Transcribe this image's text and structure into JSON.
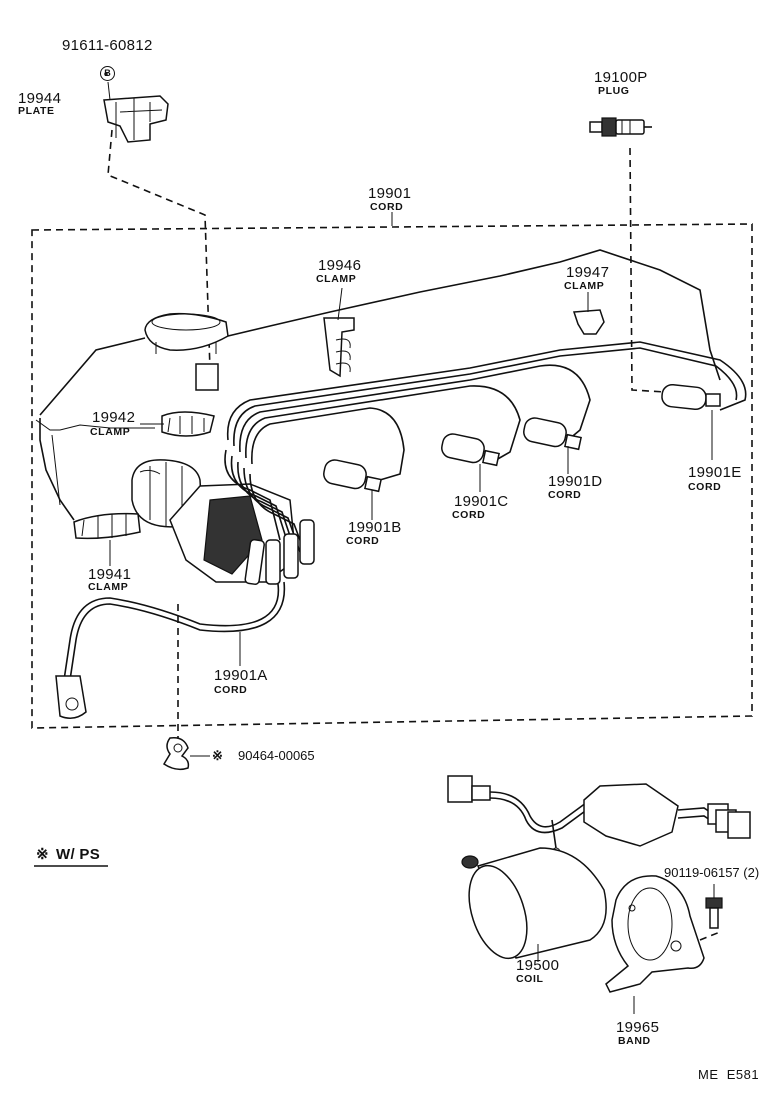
{
  "parts": {
    "bolt_top": {
      "number": "91611-60812",
      "marker": "B"
    },
    "plate": {
      "number": "19944",
      "name": "PLATE"
    },
    "plug": {
      "number": "19100P",
      "name": "PLUG"
    },
    "cord_set": {
      "number": "19901",
      "name": "CORD"
    },
    "clamp_19946": {
      "number": "19946",
      "name": "CLAMP"
    },
    "clamp_19947": {
      "number": "19947",
      "name": "CLAMP"
    },
    "clamp_19942": {
      "number": "19942",
      "name": "CLAMP"
    },
    "clamp_19941": {
      "number": "19941",
      "name": "CLAMP"
    },
    "cord_a": {
      "number": "19901A",
      "name": "CORD"
    },
    "cord_b": {
      "number": "19901B",
      "name": "CORD"
    },
    "cord_c": {
      "number": "19901C",
      "name": "CORD"
    },
    "cord_d": {
      "number": "19901D",
      "name": "CORD"
    },
    "cord_e": {
      "number": "19901E",
      "name": "CORD"
    },
    "clip_ps": {
      "number": "90464-00065",
      "marker": "※"
    },
    "screw": {
      "number": "90119-06157 (2)"
    },
    "coil": {
      "number": "19500",
      "name": "COIL"
    },
    "band": {
      "number": "19965",
      "name": "BAND"
    }
  },
  "note": {
    "marker": "※",
    "text": "W/ PS"
  },
  "diagram_code": "ME  E581"
}
